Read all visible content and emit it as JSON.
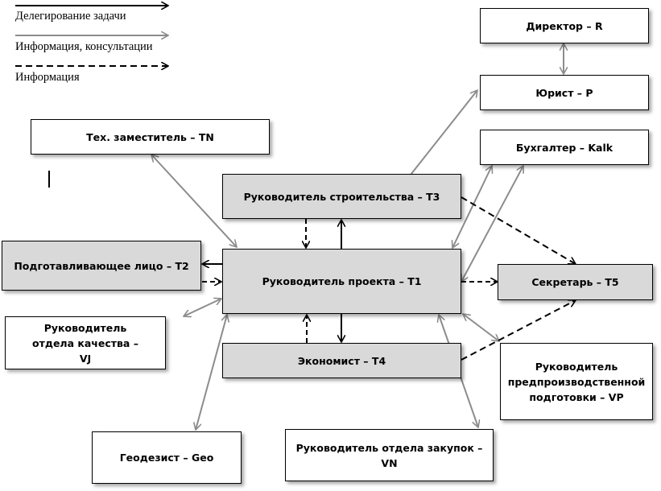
{
  "legend": {
    "items": [
      {
        "label": "Делегирование задачи",
        "style": "solid-black"
      },
      {
        "label": "Информация, консультации",
        "style": "solid-grey"
      },
      {
        "label": "Информация",
        "style": "dashed-black"
      }
    ]
  },
  "colors": {
    "delegation": "#000000",
    "consultation": "#8c8c8c",
    "information": "#000000",
    "box_white": "#ffffff",
    "box_grey": "#d9d9d9"
  },
  "nodes": {
    "director": "Директор – R",
    "lawyer": "Юрист – P",
    "accountant": "Бухгалтер – Kalk",
    "tech_deputy": "Тех. заместитель – TN",
    "construction_manager": "Руководитель строительства – T3",
    "preparer": "Подготавливающее лицо – T2",
    "project_manager": "Руководитель проекта – T1",
    "secretary": "Секретарь – T5",
    "quality_head": "Руководитель отдела качества – VJ",
    "economist": "Экономист – T4",
    "preproduction_head": "Руководитель предпроизводственной подготовки – VP",
    "surveyor": "Геодезист – Geo",
    "procurement_head": "Руководитель отдела закупок – VN"
  },
  "edges": [
    {
      "from": "director",
      "to": "lawyer",
      "type": "consultation",
      "bidirectional": true
    },
    {
      "from": "lawyer",
      "to": "construction_manager",
      "type": "consultation",
      "bidirectional": true
    },
    {
      "from": "accountant",
      "to": "project_manager",
      "type": "consultation",
      "bidirectional": true
    },
    {
      "from": "accountant",
      "to": "project_manager",
      "type": "consultation",
      "bidirectional": true
    },
    {
      "from": "tech_deputy",
      "to": "project_manager",
      "type": "consultation",
      "bidirectional": true
    },
    {
      "from": "project_manager",
      "to": "construction_manager",
      "type": "delegation"
    },
    {
      "from": "construction_manager",
      "to": "project_manager",
      "type": "information"
    },
    {
      "from": "construction_manager",
      "to": "secretary",
      "type": "information"
    },
    {
      "from": "project_manager",
      "to": "preparer",
      "type": "delegation"
    },
    {
      "from": "preparer",
      "to": "project_manager",
      "type": "information"
    },
    {
      "from": "project_manager",
      "to": "secretary",
      "type": "information"
    },
    {
      "from": "quality_head",
      "to": "project_manager",
      "type": "consultation",
      "bidirectional": true
    },
    {
      "from": "project_manager",
      "to": "economist",
      "type": "delegation"
    },
    {
      "from": "economist",
      "to": "project_manager",
      "type": "information"
    },
    {
      "from": "economist",
      "to": "secretary",
      "type": "information"
    },
    {
      "from": "project_manager",
      "to": "preproduction_head",
      "type": "consultation",
      "bidirectional": true
    },
    {
      "from": "surveyor",
      "to": "project_manager",
      "type": "consultation",
      "bidirectional": true
    },
    {
      "from": "procurement_head",
      "to": "project_manager",
      "type": "consultation",
      "bidirectional": true
    }
  ]
}
